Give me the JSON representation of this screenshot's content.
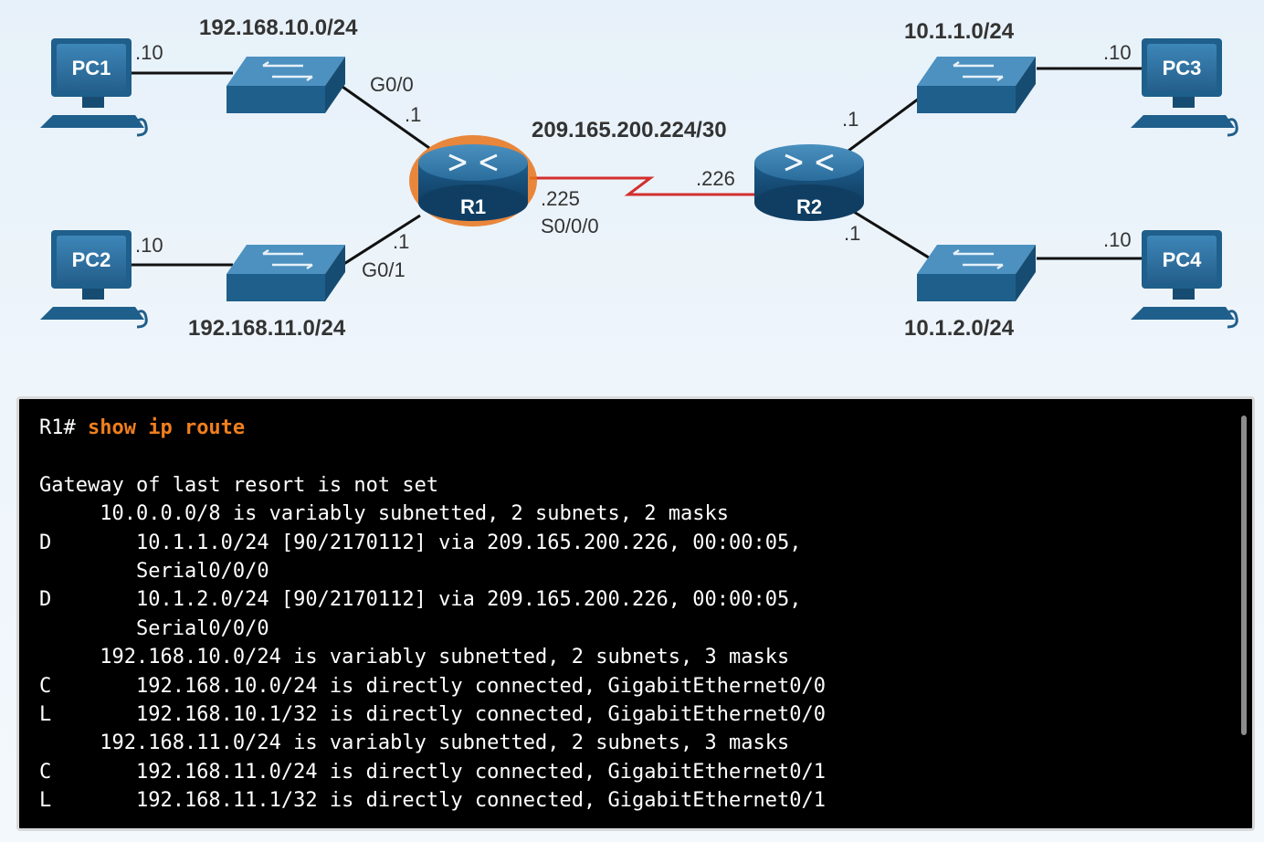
{
  "networks": {
    "lan1": "192.168.10.0/24",
    "lan2": "192.168.11.0/24",
    "wan": "209.165.200.224/30",
    "lan3": "10.1.1.0/24",
    "lan4": "10.1.2.0/24"
  },
  "devices": {
    "pc1": "PC1",
    "pc2": "PC2",
    "pc3": "PC3",
    "pc4": "PC4",
    "r1": "R1",
    "r2": "R2"
  },
  "interfaces": {
    "pc1_host": ".10",
    "pc2_host": ".10",
    "pc3_host": ".10",
    "pc4_host": ".10",
    "r1_g00_name": "G0/0",
    "r1_g00_host": ".1",
    "r1_g01_host": ".1",
    "r1_g01_name": "G0/1",
    "r1_s000_host": ".225",
    "r1_s000_name": "S0/0/0",
    "r2_serial_host": ".226",
    "r2_top_host": ".1",
    "r2_bottom_host": ".1"
  },
  "colors": {
    "device_blue": "#1f5f8b",
    "router_highlight": "#e8731a",
    "serial_link": "#d32f2f",
    "command_orange": "#f07f1e"
  },
  "terminal": {
    "prompt": "R1# ",
    "command": "show ip route",
    "lines": [
      "",
      "Gateway of last resort is not set",
      "     10.0.0.0/8 is variably subnetted, 2 subnets, 2 masks",
      "D       10.1.1.0/24 [90/2170112] via 209.165.200.226, 00:00:05,",
      "        Serial0/0/0",
      "D       10.1.2.0/24 [90/2170112] via 209.165.200.226, 00:00:05,",
      "        Serial0/0/0",
      "     192.168.10.0/24 is variably subnetted, 2 subnets, 3 masks",
      "C       192.168.10.0/24 is directly connected, GigabitEthernet0/0",
      "L       192.168.10.1/32 is directly connected, GigabitEthernet0/0",
      "     192.168.11.0/24 is variably subnetted, 2 subnets, 3 masks",
      "C       192.168.11.0/24 is directly connected, GigabitEthernet0/1",
      "L       192.168.11.1/32 is directly connected, GigabitEthernet0/1"
    ]
  }
}
